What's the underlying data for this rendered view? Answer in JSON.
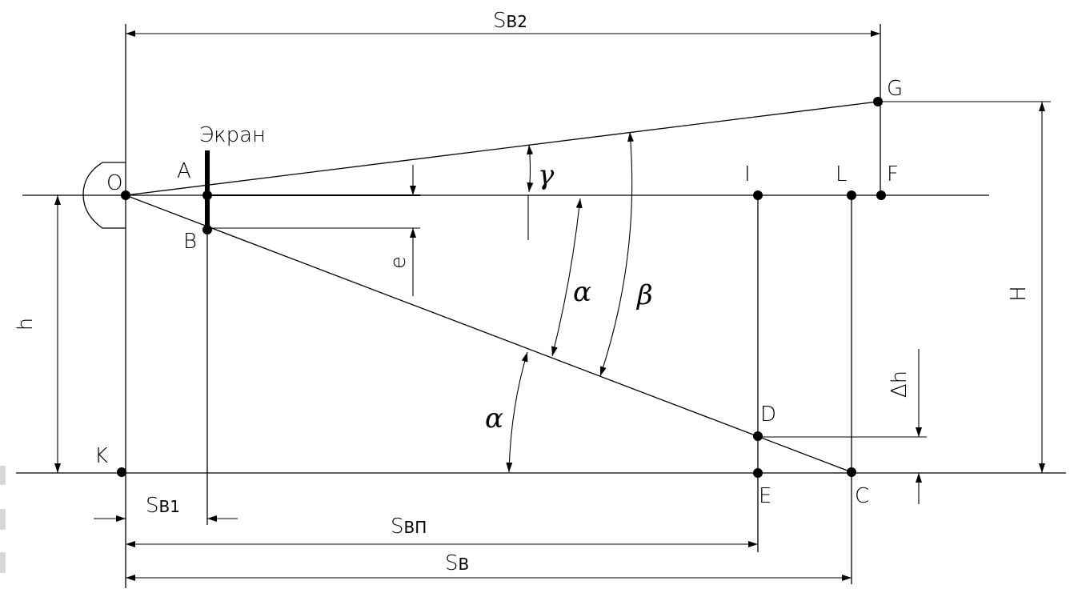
{
  "points": {
    "O": "O",
    "A": "A",
    "B": "B",
    "I": "I",
    "L": "L",
    "F": "F",
    "G": "G",
    "D": "D",
    "K": "K",
    "E": "E",
    "C": "C"
  },
  "screen_label": "Экран",
  "dimensions": {
    "sv2_main": "S",
    "sv2_sub": "B2",
    "sv1_main": "S",
    "sv1_sub": "B1",
    "svp_main": "S",
    "svp_sub": "BП",
    "sv_main": "S",
    "sv_sub": "B",
    "h": "h",
    "H": "H",
    "e": "e",
    "delta_h": "Δh"
  },
  "angles": {
    "gamma": "γ",
    "alpha_upper": "α",
    "beta": "β",
    "alpha_lower": "α"
  }
}
